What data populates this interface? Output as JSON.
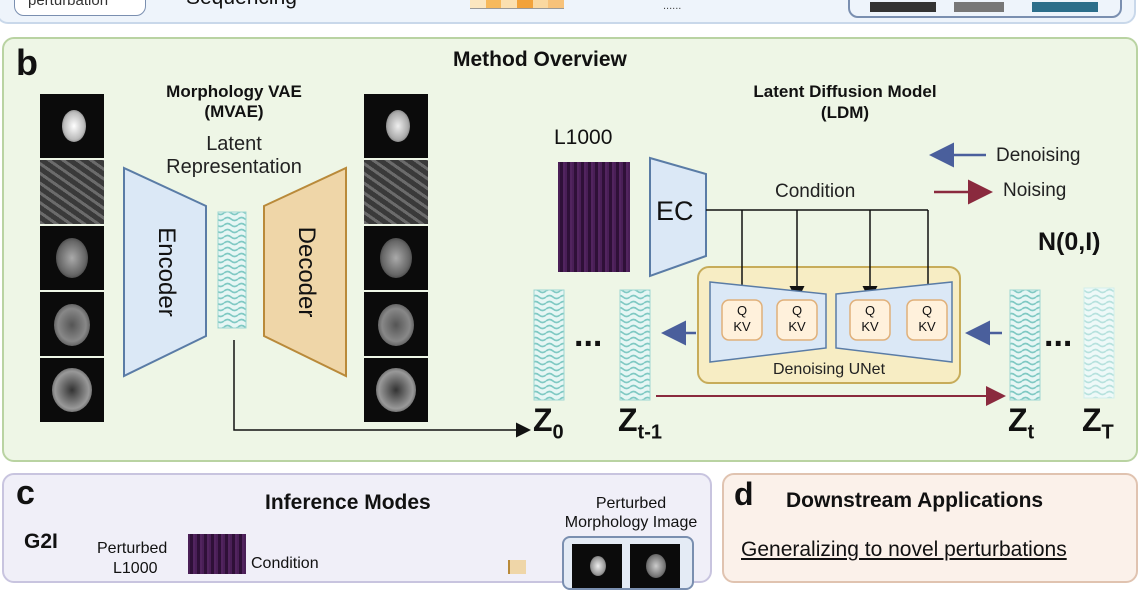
{
  "top_strip": {
    "pill_label": "perturbation",
    "sequencing_label": "Sequencing",
    "dots": "......"
  },
  "panel_b": {
    "letter": "b",
    "title": "Method Overview",
    "mvae_title_1": "Morphology VAE",
    "mvae_title_2": "(MVAE)",
    "latent_1": "Latent",
    "latent_2": "Representation",
    "encoder": "Encoder",
    "decoder": "Decoder",
    "ldm_title_1": "Latent Diffusion Model",
    "ldm_title_2": "(LDM)",
    "l1000": "L1000",
    "ec": "EC",
    "condition": "Condition",
    "denoising": "Denoising",
    "noising": "Noising",
    "noise_dist": "N(0,I)",
    "attn_q": "Q",
    "attn_kv": "KV",
    "unet_label": "Denoising UNet",
    "ellipsis": "...",
    "z0_main": "Z",
    "z0_sub": "0",
    "zt1_main": "Z",
    "zt1_sub": "t-1",
    "zt_main": "Z",
    "zt_sub": "t",
    "zT_main": "Z",
    "zT_sub": "T"
  },
  "panel_c": {
    "letter": "c",
    "title": "Inference Modes",
    "mode": "G2I",
    "perturbed_1": "Perturbed",
    "perturbed_2": "L1000",
    "condition": "Condition",
    "image_label_1": "Perturbed",
    "image_label_2": "Morphology Image"
  },
  "panel_d": {
    "letter": "d",
    "title": "Downstream Applications",
    "item": "Generalizing to novel perturbations"
  },
  "colors": {
    "panel_green_bg": "#eef6e6",
    "panel_green_border": "#b9d3a2",
    "panel_purple_bg": "#f0eff8",
    "panel_purple_border": "#c8c4df",
    "encoder_fill": "#dbe8f6",
    "decoder_fill": "#efd6a8",
    "unet_bg": "#f7edc4",
    "latent_teal": "#8fd1cc",
    "heatmap": "#3e1a4a",
    "denoise_arrow": "#4a5f9c",
    "noise_arrow": "#8a2a3e"
  }
}
